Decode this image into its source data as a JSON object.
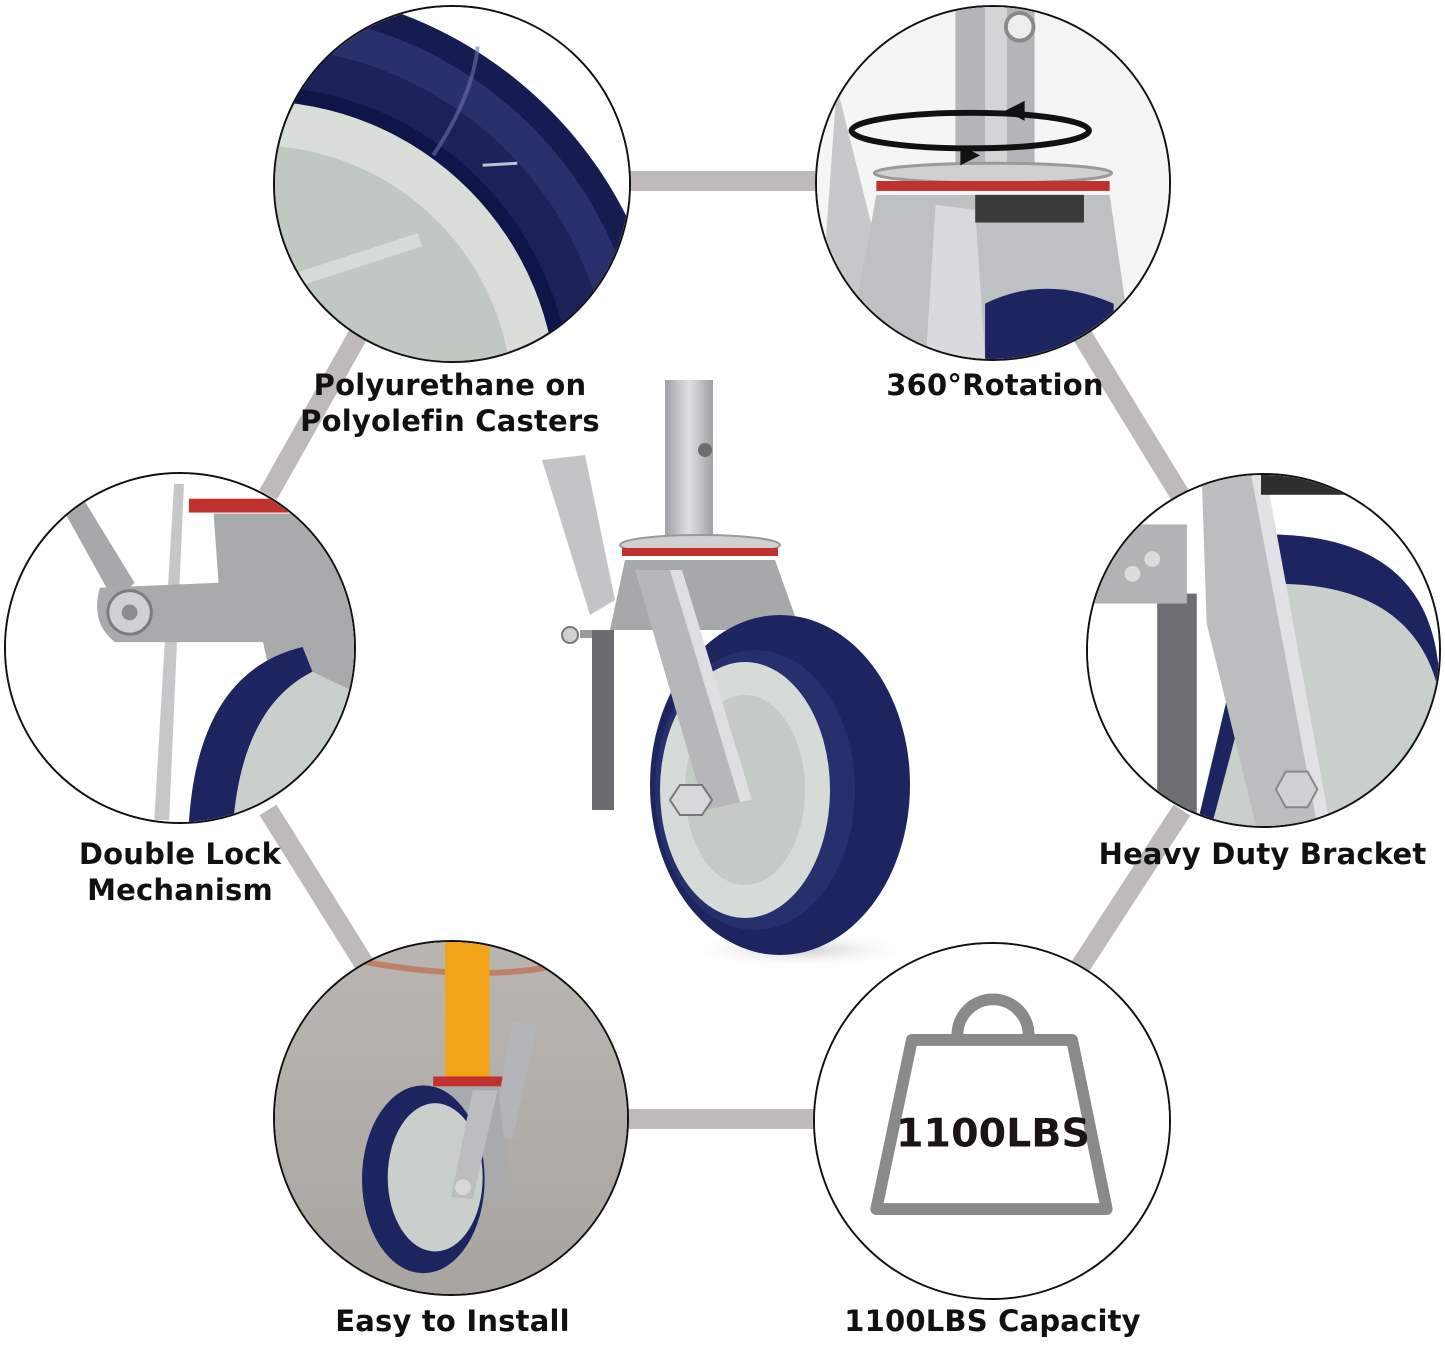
{
  "colors": {
    "connector": "#bdbab9",
    "outline": "#111111",
    "wheel_navy": "#1c2560",
    "hub_gray": "#c9d0cb",
    "steel": "#b8b9bb",
    "brake_ring": "#c0312f",
    "weight_icon": "#8a8a8a",
    "text": "#111111"
  },
  "features": [
    {
      "id": "polyurethane",
      "label_line1": "Polyurethane on",
      "label_line2": "Polyolefin Casters",
      "icon": "wheel-tread-closeup"
    },
    {
      "id": "rotation",
      "label_line1": "360°Rotation",
      "label_line2": "",
      "icon": "swivel-rotation-arrows"
    },
    {
      "id": "double-lock",
      "label_line1": "Double Lock",
      "label_line2": "Mechanism",
      "icon": "brake-lever-closeup"
    },
    {
      "id": "bracket",
      "label_line1": "Heavy Duty Bracket",
      "label_line2": "",
      "icon": "bracket-closeup"
    },
    {
      "id": "install",
      "label_line1": "Easy to Install",
      "label_line2": "",
      "icon": "installed-caster-photo"
    },
    {
      "id": "capacity",
      "label_line1": "1100LBS Capacity",
      "label_line2": "",
      "icon": "weight-icon"
    }
  ],
  "weight_icon_text": "1100LBS"
}
